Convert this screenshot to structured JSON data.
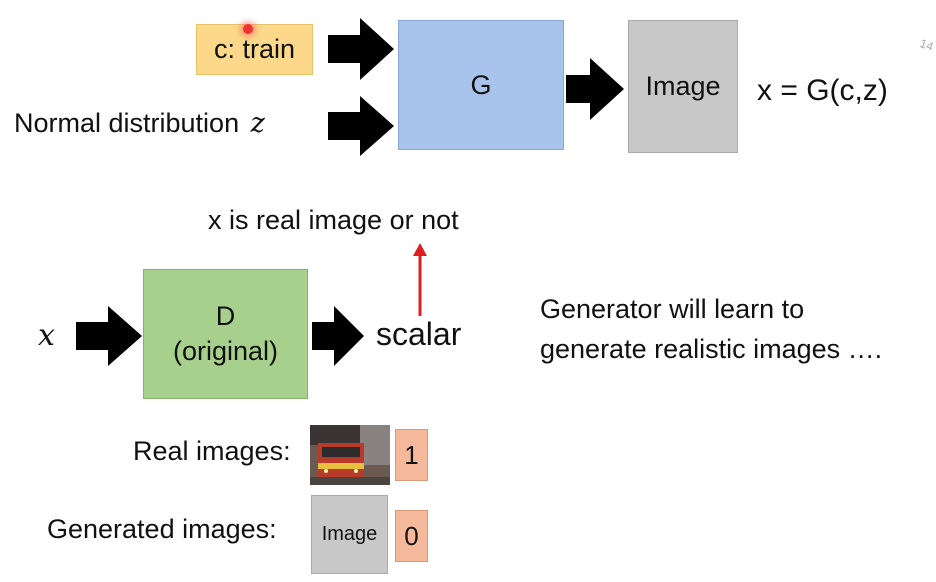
{
  "generator": {
    "condition_label": "c: train",
    "noise_label": "Normal distribution",
    "noise_var": "z",
    "block_label": "G",
    "output_label": "Image",
    "equation": "x = G(c,z)"
  },
  "discriminator": {
    "input_var": "x",
    "block_label_line1": "D",
    "block_label_line2": "(original)",
    "output_label": "scalar",
    "question": "x is real image or not"
  },
  "note": {
    "line1": "Generator will learn to",
    "line2": "generate realistic images …."
  },
  "examples": {
    "real_label": "Real images:",
    "real_score": "1",
    "generated_label": "Generated images:",
    "generated_image_label": "Image",
    "generated_score": "0"
  },
  "corner_text": "14",
  "colors": {
    "condition_fill": "#fcd98a",
    "g_fill": "#a9c4ec",
    "image_fill": "#c8c8c8",
    "d_fill": "#a8d08d",
    "score_fill": "#f6b89a",
    "up_arrow": "#e02020"
  }
}
